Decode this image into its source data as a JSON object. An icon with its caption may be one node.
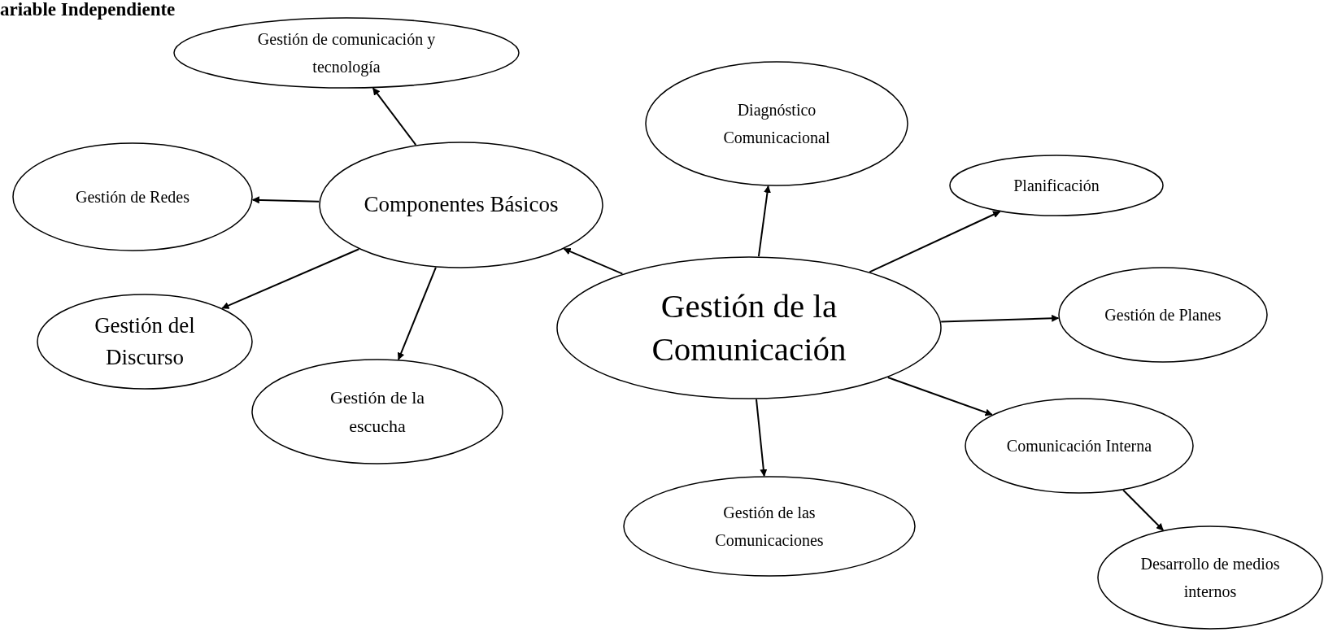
{
  "diagram": {
    "title": "ariable Independiente",
    "nodes": [
      {
        "text": [
          "Gestión de comunicación y tecnología"
        ]
      },
      {
        "text": [
          "Componentes Básicos"
        ]
      },
      {
        "text": [
          "Gestión de Redes"
        ]
      },
      {
        "text": [
          "Gestión del Discurso"
        ]
      },
      {
        "text": [
          "Gestión de la escucha"
        ]
      },
      {
        "text": [
          "Diagnóstico Comunicacional"
        ]
      },
      {
        "text": [
          "Gestión de la Comunicación"
        ]
      },
      {
        "text": [
          "Planificación"
        ]
      },
      {
        "text": [
          "Gestión de Planes"
        ]
      },
      {
        "text": [
          "Comunicación Interna"
        ]
      },
      {
        "text": [
          "Gestión de las Comunicaciones"
        ]
      },
      {
        "text": [
          "Desarrollo de medios internos"
        ]
      }
    ],
    "edges": [
      {
        "from": 6,
        "to": 1,
        "arrow": "to"
      },
      {
        "from": 1,
        "to": 0,
        "arrow": "to"
      },
      {
        "from": 1,
        "to": 2,
        "arrow": "to"
      },
      {
        "from": 1,
        "to": 3,
        "arrow": "to"
      },
      {
        "from": 1,
        "to": 4,
        "arrow": "to"
      },
      {
        "from": 6,
        "to": 5,
        "arrow": "to"
      },
      {
        "from": 6,
        "to": 7,
        "arrow": "to"
      },
      {
        "from": 6,
        "to": 8,
        "arrow": "to"
      },
      {
        "from": 6,
        "to": 9,
        "arrow": "to"
      },
      {
        "from": 6,
        "to": 10,
        "arrow": "to"
      },
      {
        "from": 9,
        "to": 11,
        "arrow": "to"
      }
    ]
  }
}
